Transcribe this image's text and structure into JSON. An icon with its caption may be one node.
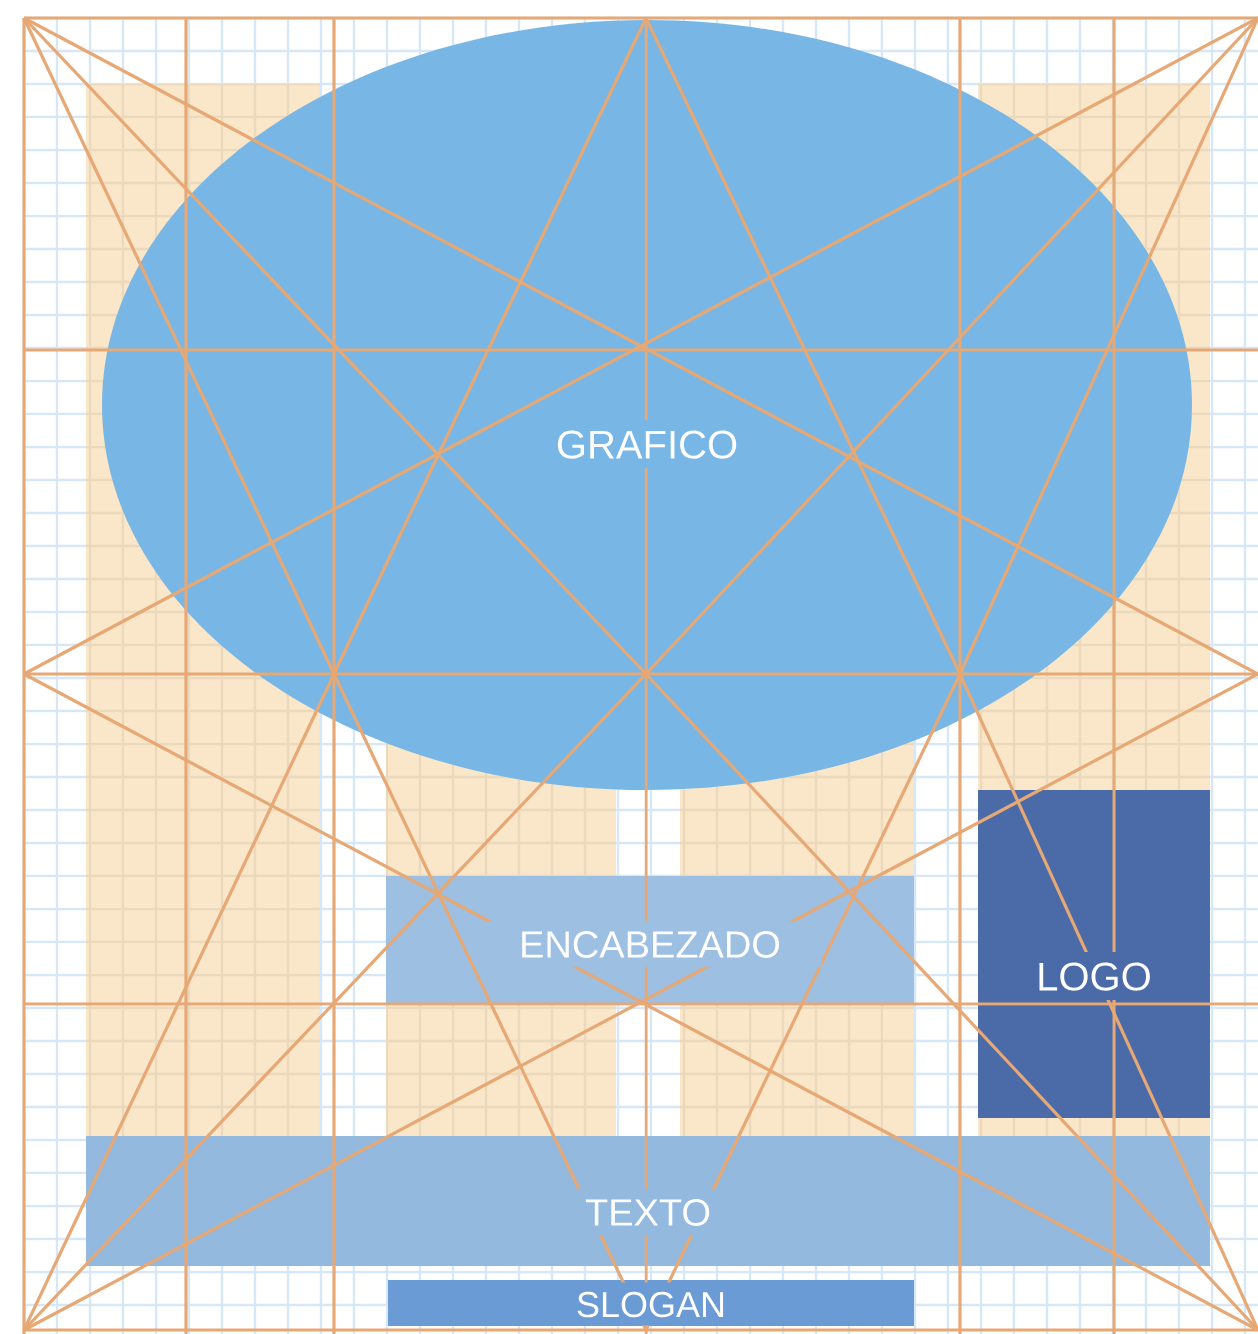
{
  "diagram": {
    "nodes": [
      {
        "text": [
          "GRAFICO"
        ]
      },
      {
        "text": [
          "ENCABEZADO"
        ]
      },
      {
        "text": [
          "LOGO"
        ]
      },
      {
        "text": [
          "TEXTO"
        ]
      },
      {
        "text": [
          "SLOGAN"
        ]
      }
    ]
  }
}
